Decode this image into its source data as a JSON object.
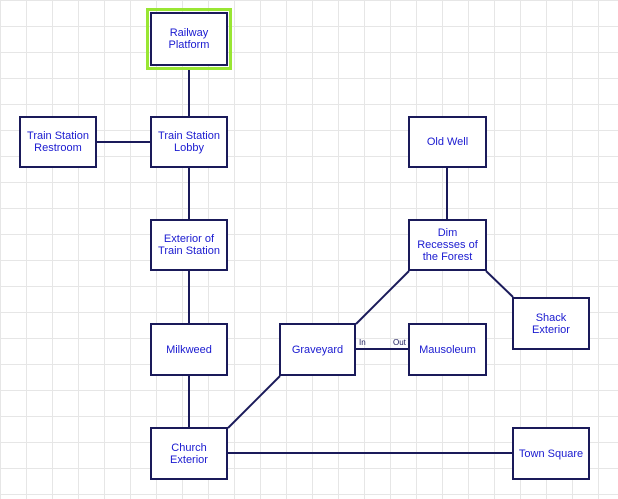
{
  "rooms": {
    "railway_platform": "Railway\nPlatform",
    "train_station_restroom": "Train Station\nRestroom",
    "train_station_lobby": "Train Station\nLobby",
    "exterior_of_train_station": "Exterior of\nTrain Station",
    "milkweed": "Milkweed",
    "church_exterior": "Church\nExterior",
    "graveyard": "Graveyard",
    "mausoleum": "Mausoleum",
    "old_well": "Old Well",
    "dim_recesses": "Dim\nRecesses of\nthe Forest",
    "shack_exterior": "Shack Exterior",
    "town_square": "Town Square"
  },
  "selected_room": "railway_platform",
  "connection_labels": {
    "graveyard_mausoleum_in": "In",
    "graveyard_mausoleum_out": "Out"
  },
  "colors": {
    "room_border": "#1a1a5a",
    "room_text": "#1a1ad0",
    "selection": "#99e633",
    "connector": "#1a1a5a",
    "grid": "#e6e6e6"
  }
}
